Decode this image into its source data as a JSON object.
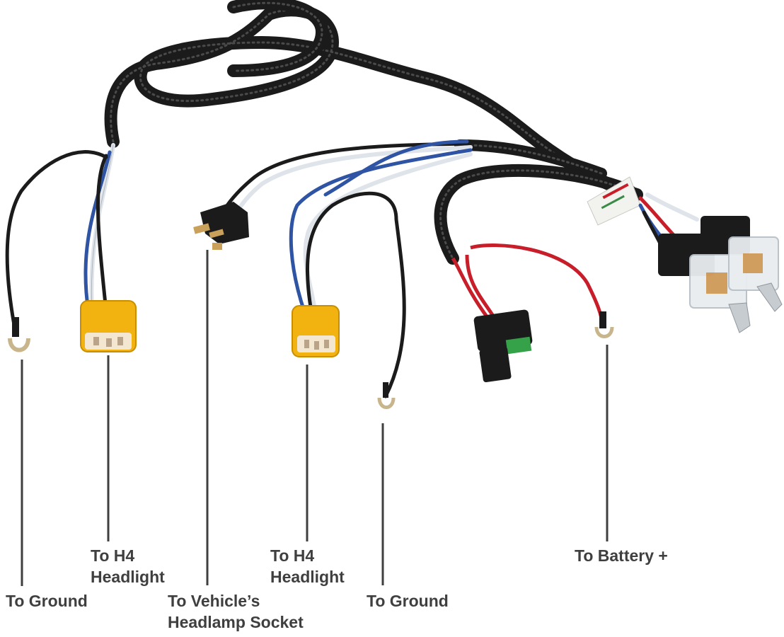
{
  "callouts": {
    "ground_left": {
      "lines": [
        "To Ground"
      ]
    },
    "h4_left": {
      "lines": [
        "To H4",
        "Headlight"
      ]
    },
    "vehicle_socket": {
      "lines": [
        "To Vehicle’s",
        "Headlamp Socket"
      ]
    },
    "h4_right": {
      "lines": [
        "To H4",
        "Headlight"
      ]
    },
    "ground_right": {
      "lines": [
        "To Ground"
      ]
    },
    "battery": {
      "lines": [
        "To Battery +"
      ]
    }
  },
  "colors": {
    "cable_black": "#1b1b1b",
    "wire_blue": "#2f54a4",
    "wire_white": "#dfe4ea",
    "wire_red": "#c81e2a",
    "connector_yellow": "#f2b311",
    "fuse_green": "#35a24a",
    "relay_clear": "#e9edf0",
    "leader_line": "#3f3f3f",
    "label_text": "#3f3f3f"
  }
}
